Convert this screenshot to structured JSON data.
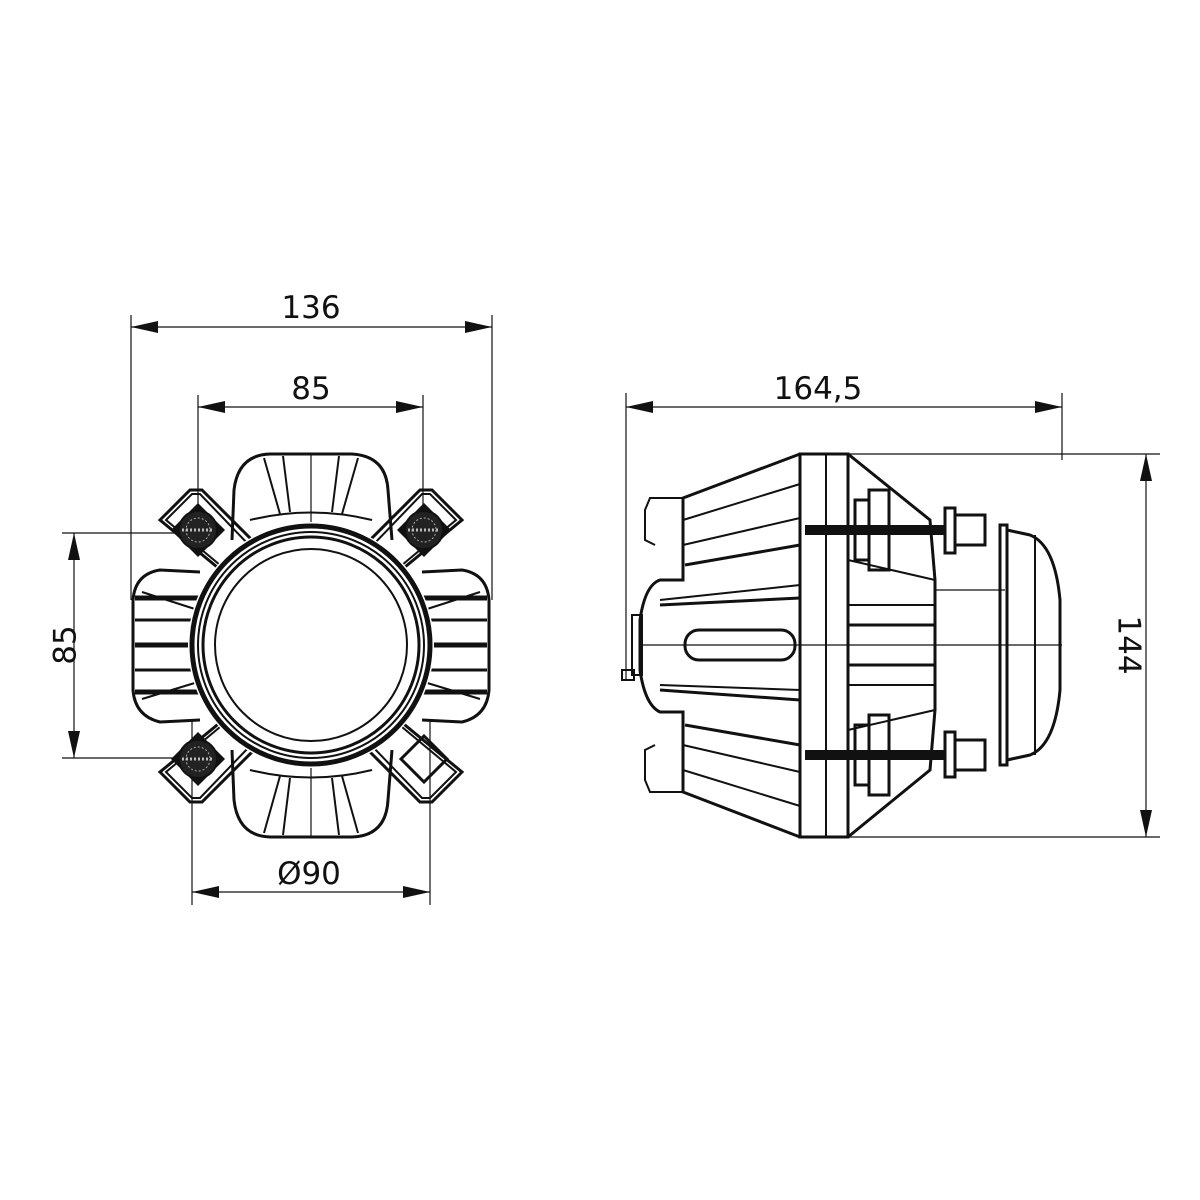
{
  "drawing": {
    "title": "Round headlamp module - dimension drawing",
    "stroke_color": "#111111",
    "background_color": "#ffffff",
    "units": "mm"
  },
  "front_view": {
    "dimensions": {
      "overall_width": "136",
      "mount_spacing_horizontal": "85",
      "mount_spacing_vertical": "85",
      "lens_diameter": "Ø90"
    },
    "features": [
      "lens",
      "bezel-ring",
      "mount-ear-top-left",
      "mount-ear-top-right",
      "mount-ear-bottom-left",
      "mount-ear-bottom-right",
      "cooling-fins-left",
      "cooling-fins-right",
      "top-housing-lobe",
      "bottom-housing-lobe",
      "adjuster-screw-top-left",
      "adjuster-screw-top-right",
      "adjuster-screw-bottom-left",
      "diamond-marker"
    ]
  },
  "side_view": {
    "dimensions": {
      "overall_depth": "164,5",
      "overall_height": "144"
    },
    "features": [
      "rear-housing",
      "heat-sink-fins",
      "mounting-flange",
      "adjuster-bolt-top",
      "adjuster-bolt-bottom",
      "lens-cap",
      "slot"
    ]
  }
}
